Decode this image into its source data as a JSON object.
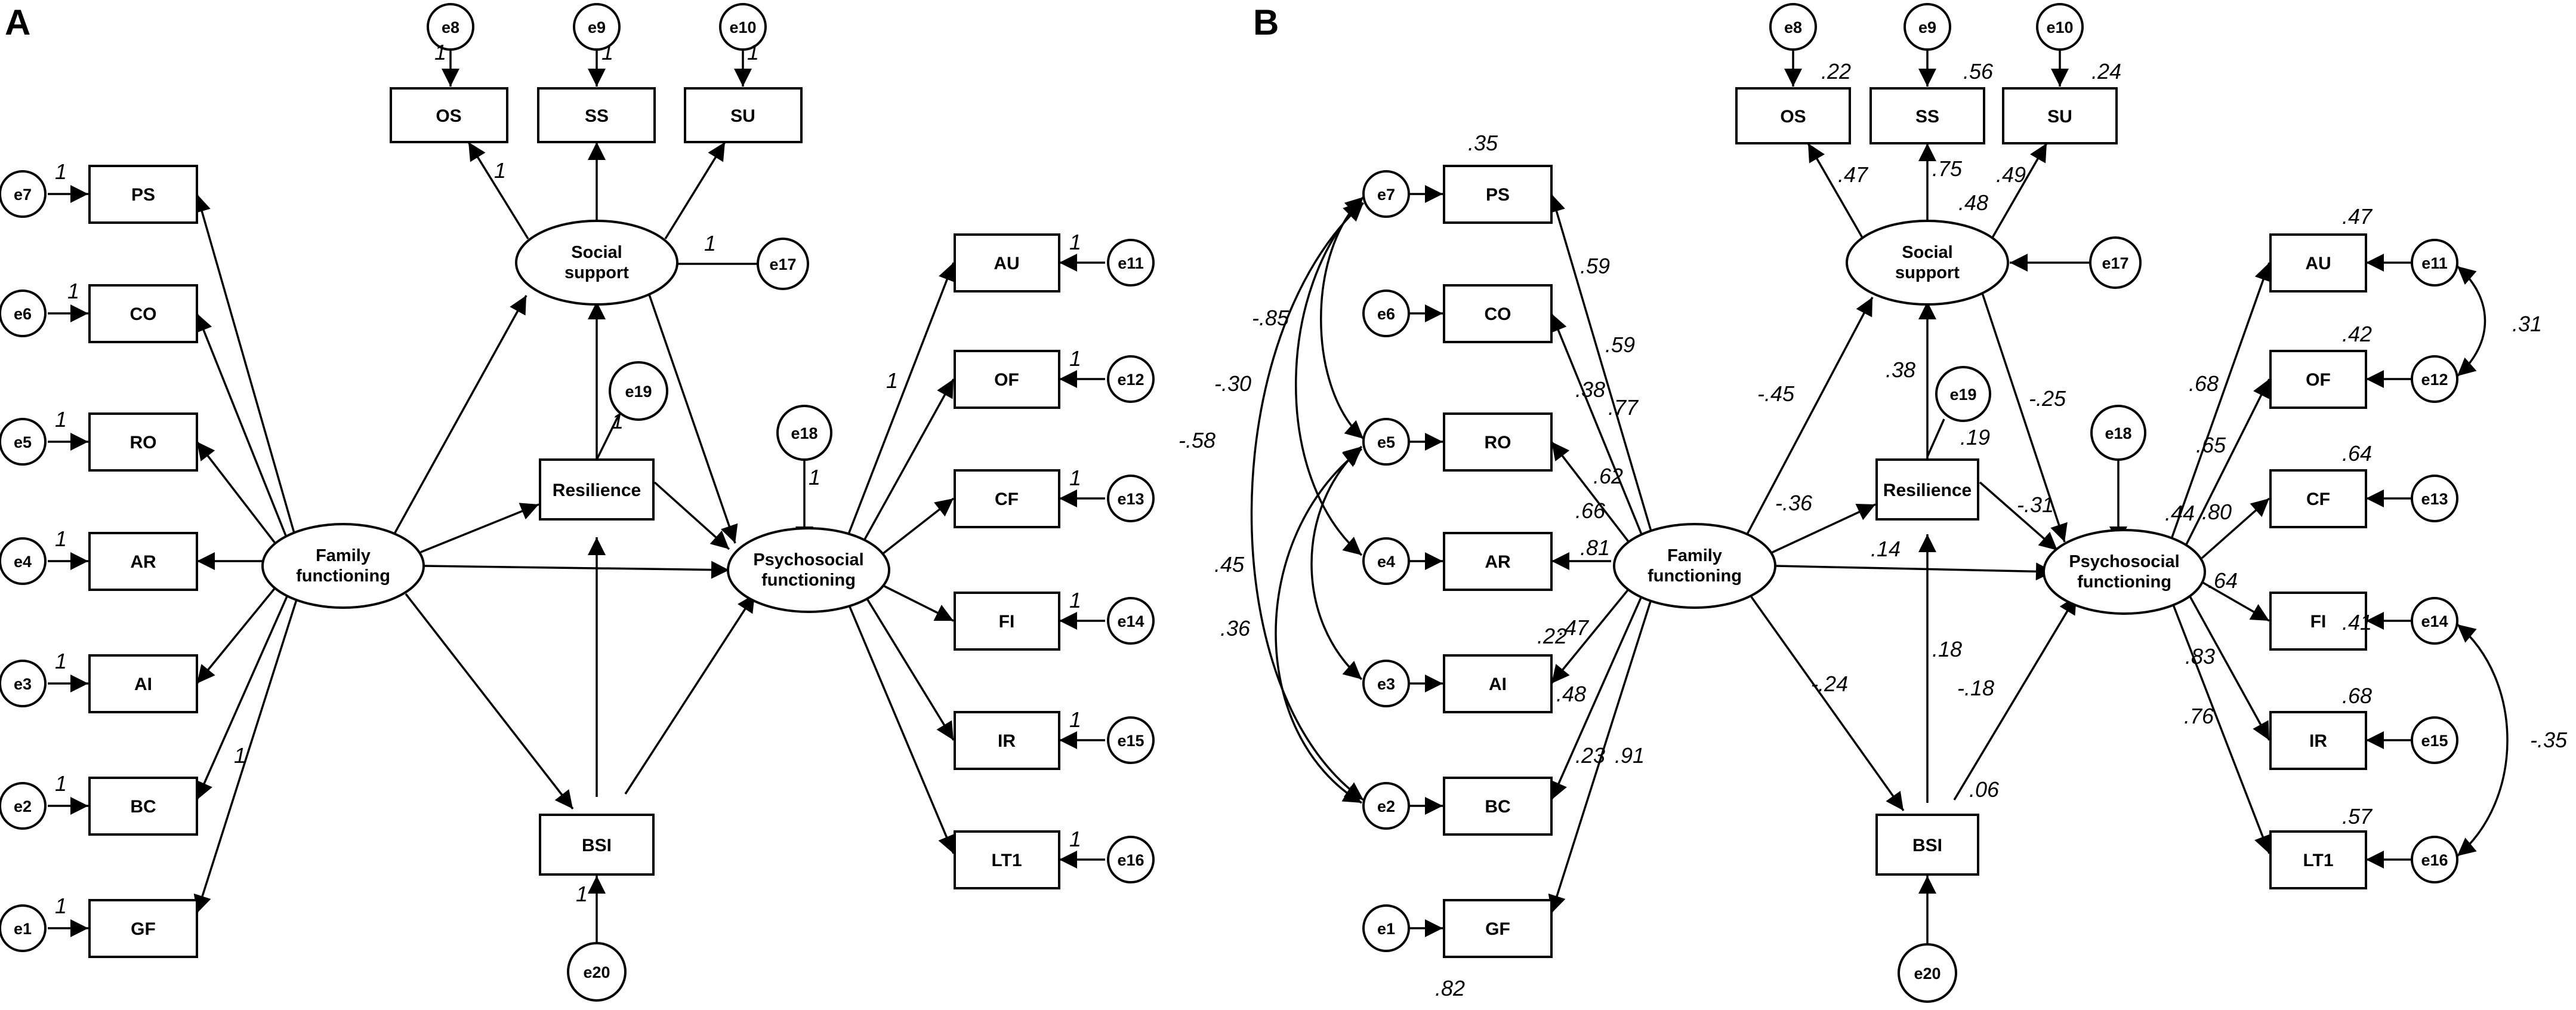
{
  "panels": [
    "A",
    "B"
  ],
  "nodes": {
    "OS": "OS",
    "SS": "SS",
    "SU": "SU",
    "PS": "PS",
    "CO": "CO",
    "RO": "RO",
    "AR": "AR",
    "AI": "AI",
    "BC": "BC",
    "GF": "GF",
    "AU": "AU",
    "OF": "OF",
    "CF": "CF",
    "FI": "FI",
    "IR": "IR",
    "LT1": "LT1",
    "Resilience": "Resilience",
    "BSI": "BSI",
    "SocialSupport": [
      "Social",
      "support"
    ],
    "FamilyFunctioning": [
      "Family",
      "functioning"
    ],
    "PsychosocialFunctioning": [
      "Psychosocial",
      "functioning"
    ],
    "e1": "e1",
    "e2": "e2",
    "e3": "e3",
    "e4": "e4",
    "e5": "e5",
    "e6": "e6",
    "e7": "e7",
    "e8": "e8",
    "e9": "e9",
    "e10": "e10",
    "e11": "e11",
    "e12": "e12",
    "e13": "e13",
    "e14": "e14",
    "e15": "e15",
    "e16": "e16",
    "e17": "e17",
    "e18": "e18",
    "e19": "e19",
    "e20": "e20"
  },
  "weightsA": [
    {
      "id": "e8-OS",
      "v": "1"
    },
    {
      "id": "e9-SS",
      "v": "1"
    },
    {
      "id": "e10-SU",
      "v": "1"
    },
    {
      "id": "SS-OS",
      "v": "1"
    },
    {
      "id": "e17-SS",
      "v": "1"
    },
    {
      "id": "e19-Res",
      "v": "1"
    },
    {
      "id": "e18-PF",
      "v": "1"
    },
    {
      "id": "PF-AU",
      "v": "1"
    },
    {
      "id": "FF-GF",
      "v": "1"
    },
    {
      "id": "e20-BSI",
      "v": "1"
    },
    {
      "id": "e7-PS",
      "v": "1"
    },
    {
      "id": "e6-CO",
      "v": "1"
    },
    {
      "id": "e5-RO",
      "v": "1"
    },
    {
      "id": "e4-AR",
      "v": "1"
    },
    {
      "id": "e3-AI",
      "v": "1"
    },
    {
      "id": "e2-BC",
      "v": "1"
    },
    {
      "id": "e1-GF",
      "v": "1"
    },
    {
      "id": "e11-AU",
      "v": "1"
    },
    {
      "id": "e12-OF",
      "v": "1"
    },
    {
      "id": "e13-CF",
      "v": "1"
    },
    {
      "id": "e14-FI",
      "v": "1"
    },
    {
      "id": "e15-IR",
      "v": "1"
    },
    {
      "id": "e16-LT1",
      "v": "1"
    }
  ],
  "weightsB": [
    {
      "id": "r2-PS",
      "v": ".35"
    },
    {
      "id": "r2-OS",
      "v": ".22"
    },
    {
      "id": "r2-SS",
      "v": ".56"
    },
    {
      "id": "r2-SU",
      "v": ".24"
    },
    {
      "id": "SS-OS",
      "v": ".47"
    },
    {
      "id": "SS-SS",
      "v": ".75"
    },
    {
      "id": "SS-SU",
      "v": ".49"
    },
    {
      "id": "r2-SSup",
      "v": ".48"
    },
    {
      "id": "r2-AU",
      "v": ".47"
    },
    {
      "id": "r2-OF",
      "v": ".42"
    },
    {
      "id": "r2-CF",
      "v": ".64"
    },
    {
      "id": "r2-FI",
      "v": ".41"
    },
    {
      "id": "r2-IR",
      "v": ".68"
    },
    {
      "id": "r2-LT1",
      "v": ".57"
    },
    {
      "id": "cov-e11-e12",
      "v": ".31"
    },
    {
      "id": "cov-e14-e16",
      "v": "-.35"
    },
    {
      "id": "FF-PS",
      "v": ".59"
    },
    {
      "id": "FF-PS2",
      "v": ".59"
    },
    {
      "id": "FF-CO",
      "v": ".77"
    },
    {
      "id": "r2-RO",
      "v": ".38"
    },
    {
      "id": "FF-RO",
      "v": ".62"
    },
    {
      "id": "r2-AR",
      "v": ".66"
    },
    {
      "id": "FF-AR",
      "v": ".81"
    },
    {
      "id": "r2-AI",
      "v": ".22"
    },
    {
      "id": "FF-AI",
      "v": ".47"
    },
    {
      "id": "FF-BC",
      "v": ".48"
    },
    {
      "id": "r2-BC",
      "v": ".23"
    },
    {
      "id": "FF-GF",
      "v": ".91"
    },
    {
      "id": "r2-GF",
      "v": ".82"
    },
    {
      "id": "cov-e7-e5",
      "v": "-.85"
    },
    {
      "id": "cov-e7-e4",
      "v": "-.30"
    },
    {
      "id": "cov-e7-e2",
      "v": "-.58"
    },
    {
      "id": "cov-e5-e3",
      "v": ".45"
    },
    {
      "id": "cov-e5-e2",
      "v": ".36"
    },
    {
      "id": "FF-SSup",
      "v": "-.45"
    },
    {
      "id": "Res-SSup",
      "v": ".38"
    },
    {
      "id": "r2-Res",
      "v": ".19"
    },
    {
      "id": "SSup-PF",
      "v": "-.25"
    },
    {
      "id": "FF-Res",
      "v": "-.36"
    },
    {
      "id": "Res-PF",
      "v": "-.31"
    },
    {
      "id": "FF-PF",
      "v": ".14"
    },
    {
      "id": "FF-BSI",
      "v": "-.24"
    },
    {
      "id": "BSI-Res",
      "v": ".18"
    },
    {
      "id": "BSI-PF",
      "v": "-.18"
    },
    {
      "id": "r2-BSI",
      "v": ".06"
    },
    {
      "id": "PF-AU",
      "v": ".68"
    },
    {
      "id": "PF-OF",
      "v": ".65"
    },
    {
      "id": "PF-CF",
      "v": ".80"
    },
    {
      "id": "r2-PF",
      "v": ".44"
    },
    {
      "id": "PF-FI",
      "v": ".64"
    },
    {
      "id": "PF-IR",
      "v": ".83"
    },
    {
      "id": "PF-LT1",
      "v": ".76"
    }
  ]
}
